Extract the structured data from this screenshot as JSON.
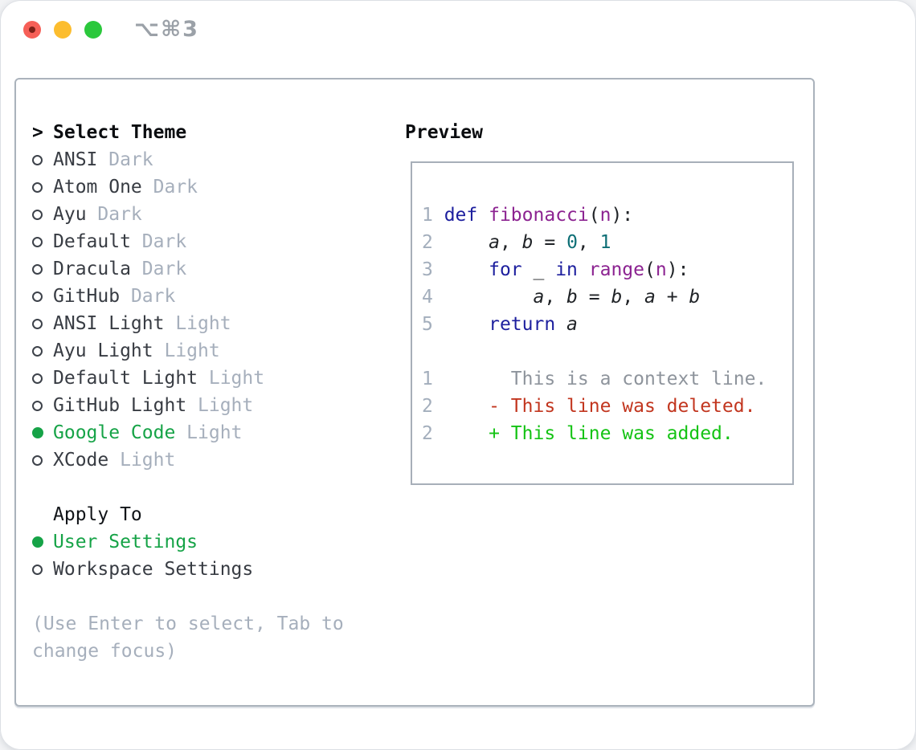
{
  "window": {
    "title": "⌥⌘3"
  },
  "colors": {
    "accent": "#16a347",
    "text": "#383c43",
    "header": "#0b0d10",
    "muted": "#a6afbc",
    "title": "#9ba1a8",
    "panel_border": "#abb3bc",
    "preview_border": "#a7afb9",
    "ln": "#a3aebc",
    "kw": "#1d1f9e",
    "fn": "#8c2391",
    "num": "#0e6f76",
    "pl": "#202327",
    "ctx": "#8e949c",
    "del": "#c2361f",
    "add": "#14c314",
    "light_red": "#f65f57",
    "light_red_dot": "#7d2017",
    "light_yellow": "#fcbd2e",
    "light_green": "#2bc83c"
  },
  "theme_panel": {
    "prompt": ">",
    "header": "Select Theme",
    "items": [
      {
        "name": "ANSI",
        "variant": "Dark",
        "selected": false
      },
      {
        "name": "Atom One",
        "variant": "Dark",
        "selected": false
      },
      {
        "name": "Ayu",
        "variant": "Dark",
        "selected": false
      },
      {
        "name": "Default",
        "variant": "Dark",
        "selected": false
      },
      {
        "name": "Dracula",
        "variant": "Dark",
        "selected": false
      },
      {
        "name": "GitHub",
        "variant": "Dark",
        "selected": false
      },
      {
        "name": "ANSI Light",
        "variant": "Light",
        "selected": false
      },
      {
        "name": "Ayu Light",
        "variant": "Light",
        "selected": false
      },
      {
        "name": "Default Light",
        "variant": "Light",
        "selected": false
      },
      {
        "name": "GitHub Light",
        "variant": "Light",
        "selected": false
      },
      {
        "name": "Google Code",
        "variant": "Light",
        "selected": true
      },
      {
        "name": "XCode",
        "variant": "Light",
        "selected": false
      }
    ]
  },
  "apply_to": {
    "header": "Apply To",
    "options": [
      {
        "label": "User Settings",
        "selected": true
      },
      {
        "label": "Workspace Settings",
        "selected": false
      }
    ]
  },
  "help_lines": [
    "(Use Enter to select, Tab to",
    "change focus)"
  ],
  "preview": {
    "header": "Preview",
    "code_lines": [
      {
        "num": "1",
        "tokens": [
          [
            "kw",
            "def"
          ],
          [
            "pl",
            " "
          ],
          [
            "fn",
            "fibonacci"
          ],
          [
            "pl",
            "("
          ],
          [
            "fn",
            "n"
          ],
          [
            "pl",
            "):"
          ]
        ]
      },
      {
        "num": "2",
        "tokens": [
          [
            "pl",
            "    "
          ],
          [
            "var",
            "a"
          ],
          [
            "pl",
            ", "
          ],
          [
            "var",
            "b"
          ],
          [
            "pl",
            " = "
          ],
          [
            "num",
            "0"
          ],
          [
            "pl",
            ", "
          ],
          [
            "num",
            "1"
          ]
        ]
      },
      {
        "num": "3",
        "tokens": [
          [
            "pl",
            "    "
          ],
          [
            "kw",
            "for"
          ],
          [
            "pl",
            " _ "
          ],
          [
            "kw",
            "in"
          ],
          [
            "pl",
            " "
          ],
          [
            "fn",
            "range"
          ],
          [
            "pl",
            "("
          ],
          [
            "fn",
            "n"
          ],
          [
            "pl",
            "):"
          ]
        ]
      },
      {
        "num": "4",
        "tokens": [
          [
            "pl",
            "        "
          ],
          [
            "var",
            "a"
          ],
          [
            "pl",
            ", "
          ],
          [
            "var",
            "b"
          ],
          [
            "pl",
            " = "
          ],
          [
            "var",
            "b"
          ],
          [
            "pl",
            ", "
          ],
          [
            "var",
            "a"
          ],
          [
            "pl",
            " + "
          ],
          [
            "var",
            "b"
          ]
        ]
      },
      {
        "num": "5",
        "tokens": [
          [
            "pl",
            "    "
          ],
          [
            "kw",
            "return"
          ],
          [
            "pl",
            " "
          ],
          [
            "var",
            "a"
          ]
        ]
      }
    ],
    "diff_lines": [
      {
        "num": "1",
        "cls": "ctx",
        "text": "       This is a context line."
      },
      {
        "num": "2",
        "cls": "del",
        "text": "     - This line was deleted."
      },
      {
        "num": "2",
        "cls": "add",
        "text": "     + This line was added."
      }
    ]
  }
}
